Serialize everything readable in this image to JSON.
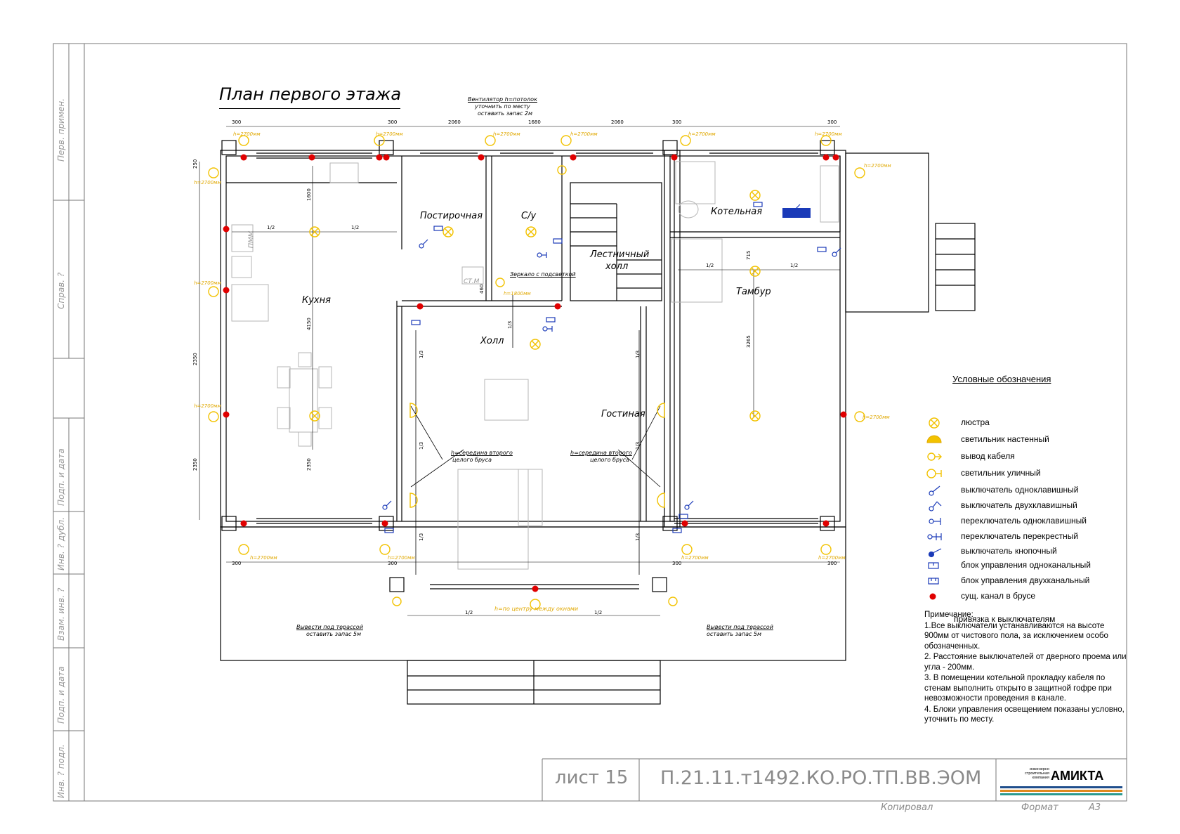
{
  "title": "План первого этажа",
  "rooms": {
    "kitchen": "Кухня",
    "pantry": "Постирочная",
    "wc": "С/у",
    "stair_hall_1": "Лестничный",
    "stair_hall_2": "холл",
    "boiler": "Котельная",
    "vestibule": "Тамбур",
    "hall": "Холл",
    "living": "Гостиная",
    "pmm": "ПММ",
    "stm": "СТ.М"
  },
  "annotations": {
    "fan_1": "Вентилятор h=потолок",
    "fan_2": "уточнить по месту",
    "fan_3": "оставить запас 2м",
    "mirror": "Зеркало с подсветкой",
    "beam_left_1": "h=середина второго",
    "beam_left_2": "целого бруса",
    "beam_right_1": "h=середина второго",
    "beam_right_2": "целого бруса",
    "terrace_left_1": "Вывести под терассой",
    "terrace_left_2": "оставить запас 5м",
    "terrace_right_1": "Вывести под терассой",
    "terrace_right_2": "оставить запас 5м",
    "between_windows": "h=по центру между окнами",
    "h2700": "h=2700мм",
    "h1800": "h=1800мм"
  },
  "dimensions": {
    "d300": "300",
    "d2060": "2060",
    "d1680": "1680",
    "d250": "250",
    "d1600": "1600",
    "d4150": "4150",
    "d2350": "2350",
    "d715": "715",
    "d3265": "3265",
    "d460": "460",
    "half": "1/2",
    "third": "1/3"
  },
  "legend": {
    "title": "Условные обозначения",
    "items": [
      {
        "icon": "chandelier-icon",
        "label": "люстра"
      },
      {
        "icon": "wall-lamp-icon",
        "label": "светильник настенный"
      },
      {
        "icon": "cable-outlet-icon",
        "label": "вывод кабеля"
      },
      {
        "icon": "street-lamp-icon",
        "label": "светильник уличный"
      },
      {
        "icon": "switch-single-icon",
        "label": "выключатель одноклавишный"
      },
      {
        "icon": "switch-double-icon",
        "label": "выключатель двухклавишный"
      },
      {
        "icon": "changeover-single-icon",
        "label": "переключатель одноклавишный"
      },
      {
        "icon": "cross-switch-icon",
        "label": "переключатель перекрестный"
      },
      {
        "icon": "push-switch-icon",
        "label": "выключатель кнопочный"
      },
      {
        "icon": "control-unit-single-icon",
        "label": "блок управления одноканальный"
      },
      {
        "icon": "control-unit-double-icon",
        "label": "блок управления двухканальный"
      },
      {
        "icon": "channel-dot-icon",
        "label": "сущ. канал в брусе"
      }
    ],
    "binding_note": "привязка к выключателям"
  },
  "notes": {
    "header": "Примечание:",
    "items": [
      "1.Все выключатели устанавливаются на высоте 900мм от чистового пола, за исключением особо обозначенных.",
      "2. Расстояние выключателей от дверного проема или угла - 200мм.",
      "3. В помещении котельной прокладку кабеля по стенам выполнить открыто в защитной гофре при невозможности проведения в канале.",
      "4. Блоки управления освещением показаны условно, уточнить по месту."
    ]
  },
  "stamp": {
    "side_1": "Перв. примен.",
    "side_2": "Справ. ?",
    "side_3": "Подп. и дата",
    "side_4": "Инв. ? дубл.",
    "side_5": "Взам. инв. ?",
    "side_6": "Подп. и дата",
    "side_7": "Инв. ? подл.",
    "sheet": "лист 15",
    "code": "П.21.11.т1492.КО.РО.ТП.ВВ.ЭОМ",
    "company_sub": "инженерно строительная компания",
    "company": "АМИКТА",
    "copied": "Копировал",
    "format_label": "Формат",
    "format": "А3"
  },
  "colors": {
    "line": "#000000",
    "lamp": "#f2c200",
    "dot": "#e00000",
    "wiring": "#1a3ab8",
    "gray_text": "#8a8a8a",
    "stripe_blue": "#1f4e8c",
    "stripe_orange": "#e08a1e",
    "stripe_teal": "#2a9a8f"
  }
}
